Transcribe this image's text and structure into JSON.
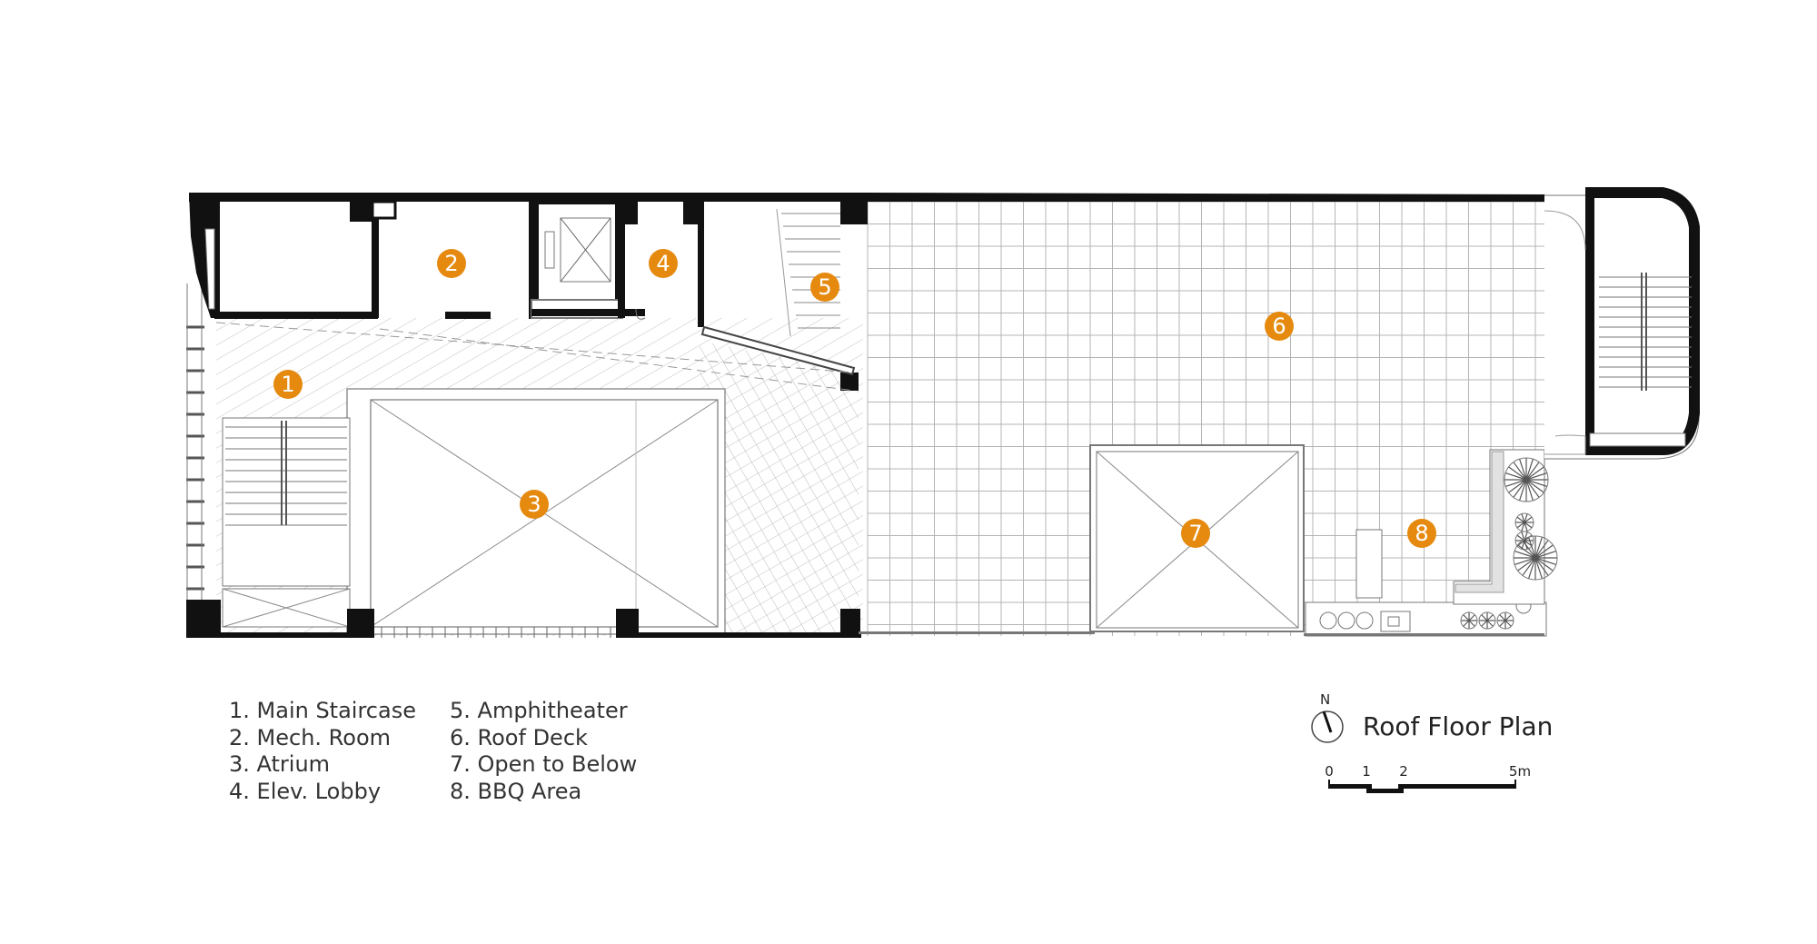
{
  "plan_title": "Roof Floor Plan",
  "north_label": "N",
  "markers": [
    {
      "id": "1",
      "label": "1"
    },
    {
      "id": "2",
      "label": "2"
    },
    {
      "id": "3",
      "label": "3"
    },
    {
      "id": "4",
      "label": "4"
    },
    {
      "id": "5",
      "label": "5"
    },
    {
      "id": "6",
      "label": "6"
    },
    {
      "id": "7",
      "label": "7"
    },
    {
      "id": "8",
      "label": "8"
    }
  ],
  "legend": {
    "col1": [
      "1. Main Staircase",
      "2. Mech. Room",
      "3. Atrium",
      "4. Elev. Lobby"
    ],
    "col2": [
      "5. Amphitheater",
      "6. Roof Deck",
      "7. Open to Below",
      "8. BBQ Area"
    ]
  },
  "scale_bar": {
    "labels": [
      "0",
      "1",
      "2",
      "5m"
    ],
    "values": [
      0,
      1,
      2,
      5
    ]
  },
  "colors": {
    "marker": "#E58A0F",
    "wall": "#111111",
    "line": "#777777"
  }
}
